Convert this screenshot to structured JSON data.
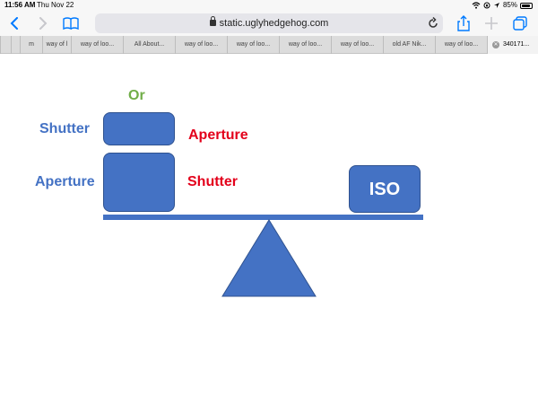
{
  "status": {
    "time": "11:56 AM",
    "date": "Thu Nov 22",
    "battery": "85%"
  },
  "toolbar": {
    "url": "static.uglyhedgehog.com",
    "icons": [
      "back-icon",
      "forward-icon",
      "bookmarks-icon",
      "reload-icon",
      "share-icon",
      "new-tab-icon",
      "tabs-icon"
    ]
  },
  "tabs": [
    {
      "label": "m"
    },
    {
      "label": "way of l"
    },
    {
      "label": "way of loo..."
    },
    {
      "label": "All About..."
    },
    {
      "label": "way of loo..."
    },
    {
      "label": "way of loo..."
    },
    {
      "label": "way of loo..."
    },
    {
      "label": "way of loo..."
    },
    {
      "label": "old AF Nik..."
    },
    {
      "label": "way of loo..."
    },
    {
      "label": "340171...",
      "active": true
    }
  ],
  "diagram": {
    "or_label": "Or",
    "left_top_label": "Shutter",
    "left_bottom_label": "Aperture",
    "right_top_label": "Aperture",
    "right_bottom_label": "Shutter",
    "iso_label": "ISO",
    "colors": {
      "blue": "#4472c4",
      "red": "#e3001b",
      "green": "#70ad47"
    }
  }
}
